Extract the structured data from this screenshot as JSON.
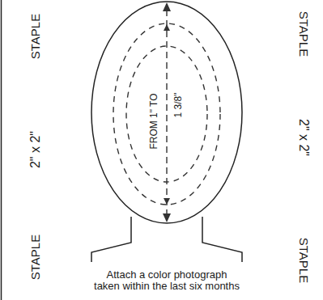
{
  "diagram": {
    "labels": [
      "STAPLE",
      "2\" x 2\"",
      "STAPLE",
      "STAPLE",
      "2\" x 2\"",
      "STAPLE",
      "FROM 1\" TO",
      "1 3/8\"",
      "Attach a color photograph taken within the last six months"
    ]
  }
}
